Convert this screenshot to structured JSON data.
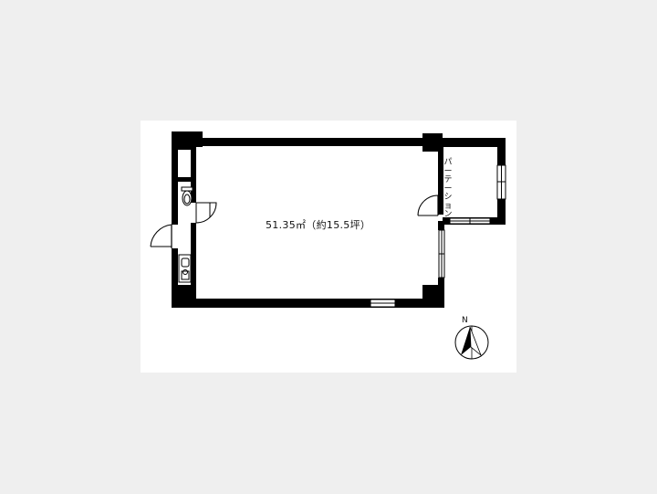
{
  "floorplan": {
    "area_text": "51.35㎡（約15.5坪）",
    "partition_text": "パーテーション",
    "north_text": "N",
    "colors": {
      "wall": "#000000",
      "paper": "#ffffff",
      "background": "#efefef",
      "fixture": "#555555"
    },
    "icons": [
      "compass-icon",
      "toilet-icon",
      "sink-icon",
      "door-swing-icon",
      "window-icon"
    ]
  }
}
